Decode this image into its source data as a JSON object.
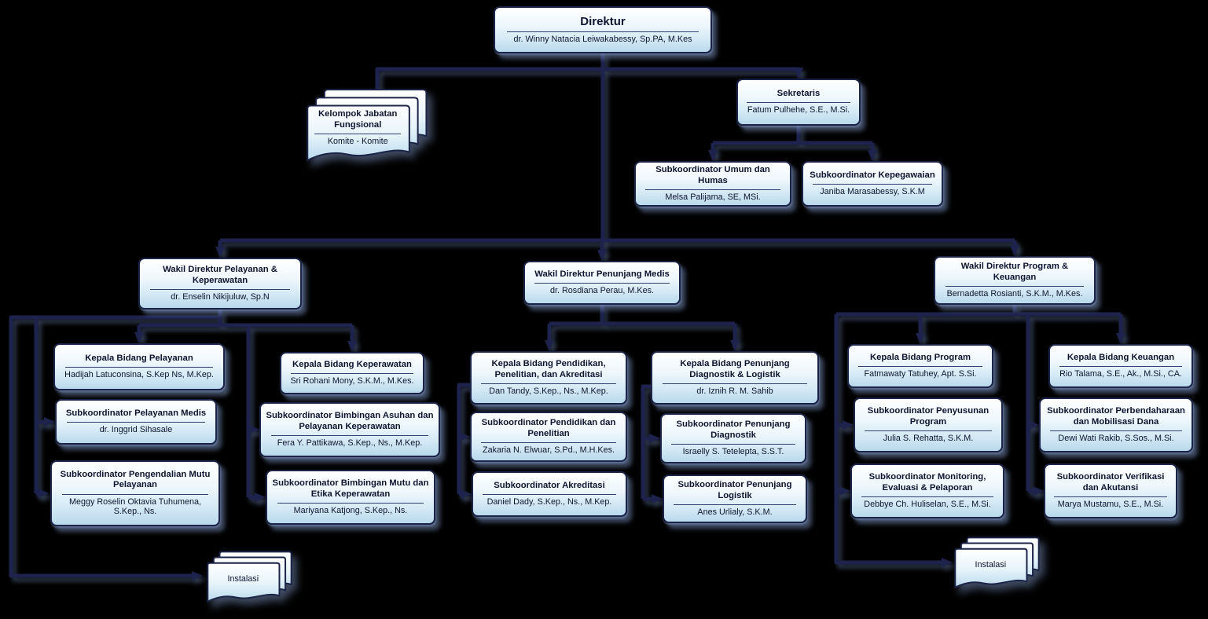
{
  "org": {
    "colors": {
      "background": "#000000",
      "box_border": "#1c2447",
      "box_fill_top": "#ffffff",
      "box_fill_bottom": "#b9d9ec",
      "connector": "#1d234c",
      "text": "#0d1530"
    },
    "nodes": {
      "direktur": {
        "title": "Direktur",
        "name": "dr. Winny Natacia Leiwakabessy, Sp.PA, M.Kes"
      },
      "kelompok_jabatan": {
        "title": "Kelompok Jabatan Fungsional",
        "name": "Komite - Komite"
      },
      "sekretaris": {
        "title": "Sekretaris",
        "name": "Fatum Pulhehe, S.E., M.Si."
      },
      "sub_umum_humas": {
        "title": "Subkoordinator Umum dan Humas",
        "name": "Melsa Palijama, SE, MSi."
      },
      "sub_kepegawaian": {
        "title": "Subkoordinator Kepegawaian",
        "name": "Janiba Marasabessy, S.K.M"
      },
      "wadir_pelayanan": {
        "title": "Wakil Direktur Pelayanan & Keperawatan",
        "name": "dr. Enselin Nikijuluw, Sp.N"
      },
      "wadir_penunjang": {
        "title": "Wakil Direktur Penunjang Medis",
        "name": "dr. Rosdiana Perau, M.Kes."
      },
      "wadir_program": {
        "title": "Wakil Direktur Program & Keuangan",
        "name": "Bernadetta Rosianti, S.K.M., M.Kes."
      },
      "kb_pelayanan": {
        "title": "Kepala Bidang Pelayanan",
        "name": "Hadijah Latuconsina, S.Kep Ns, M.Kep."
      },
      "kb_keperawatan": {
        "title": "Kepala Bidang Keperawatan",
        "name": "Sri Rohani Mony, S.K.M., M.Kes."
      },
      "kb_pendidikan": {
        "title": "Kepala Bidang Pendidikan, Penelitian, dan Akreditasi",
        "name": "Dan Tandy, S.Kep., Ns., M.Kep."
      },
      "kb_penunjang": {
        "title": "Kepala Bidang Penunjang Diagnostik & Logistik",
        "name": "dr. Iznih R. M. Sahib"
      },
      "kb_program": {
        "title": "Kepala Bidang Program",
        "name": "Fatmawaty Tatuhey, Apt. S.Si."
      },
      "kb_keuangan": {
        "title": "Kepala Bidang Keuangan",
        "name": "Rio Talama, S.E., Ak., M.Si., CA."
      },
      "sk_pelayanan_medis": {
        "title": "Subkoordinator Pelayanan Medis",
        "name": "dr. Inggrid Sihasale"
      },
      "sk_mutu_pelayanan": {
        "title": "Subkoordinator Pengendalian Mutu Pelayanan",
        "name": "Meggy Roselin Oktavia Tuhumena, S.Kep., Ns."
      },
      "sk_bimbingan_asuhan": {
        "title": "Subkoordinator Bimbingan Asuhan dan Pelayanan Keperawatan",
        "name": "Fera Y. Pattikawa, S.Kep., Ns., M.Kep."
      },
      "sk_bimbingan_mutu": {
        "title": "Subkoordinator Bimbingan Mutu dan Etika Keperawatan",
        "name": "Mariyana Katjong, S.Kep., Ns."
      },
      "sk_pendidikan": {
        "title": "Subkoordinator Pendidikan dan Penelitian",
        "name": "Zakaria N. Elwuar, S.Pd., M.H.Kes."
      },
      "sk_akreditasi": {
        "title": "Subkoordinator Akreditasi",
        "name": "Daniel Dady, S.Kep., Ns., M.Kep."
      },
      "sk_diagnostik": {
        "title": "Subkoordinator Penunjang Diagnostik",
        "name": "Israelly S. Tetelepta, S.S.T."
      },
      "sk_logistik": {
        "title": "Subkoordinator Penunjang Logistik",
        "name": "Anes Urlialy, S.K.M."
      },
      "sk_penyusunan": {
        "title": "Subkoordinator Penyusunan Program",
        "name": "Julia S. Rehatta, S.K.M."
      },
      "sk_monitoring": {
        "title": "Subkoordinator Monitoring, Evaluasi & Pelaporan",
        "name": "Debbye Ch. Huliselan, S.E., M.Si."
      },
      "sk_perbendaharaan": {
        "title": "Subkoordinator Perbendaharaan dan Mobilisasi Dana",
        "name": "Dewi Wati Rakib, S.Sos., M.Si."
      },
      "sk_verifikasi": {
        "title": "Subkoordinator Verifikasi dan Akutansi",
        "name": "Marya Mustamu, S.E., M.Si."
      },
      "instalasi_left": {
        "title": "Instalasi"
      },
      "instalasi_right": {
        "title": "Instalasi"
      }
    }
  }
}
